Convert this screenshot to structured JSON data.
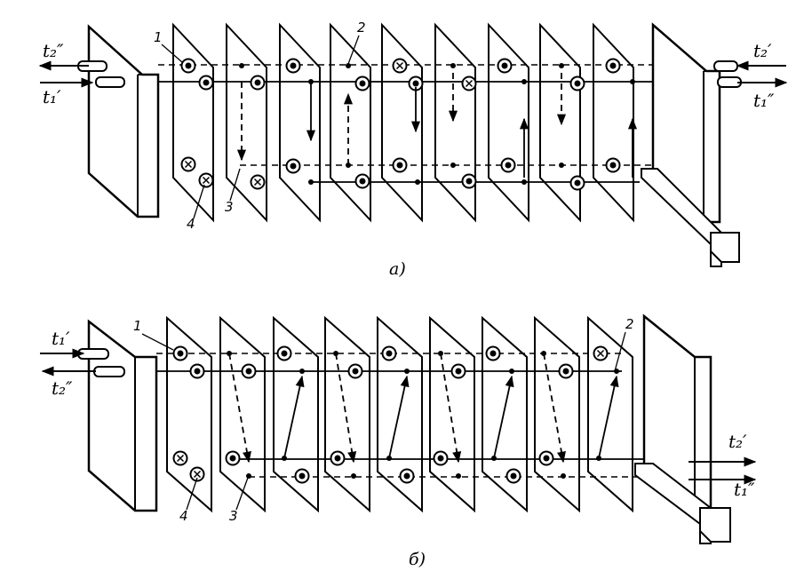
{
  "diagram_a": {
    "caption": "a)",
    "left_top_label": "t₂″",
    "left_bottom_label": "t₁′",
    "right_top_label": "t₂′",
    "right_bottom_label": "t₁″",
    "callout_1": "1",
    "callout_2": "2",
    "callout_3": "3",
    "callout_4": "4"
  },
  "diagram_b": {
    "caption": "б)",
    "left_top_label": "t₁′",
    "left_bottom_label": "t₂″",
    "right_top_label": "t₂′",
    "right_bottom_label": "t₁″",
    "callout_1": "1",
    "callout_2": "2",
    "callout_3": "3",
    "callout_4": "4"
  }
}
